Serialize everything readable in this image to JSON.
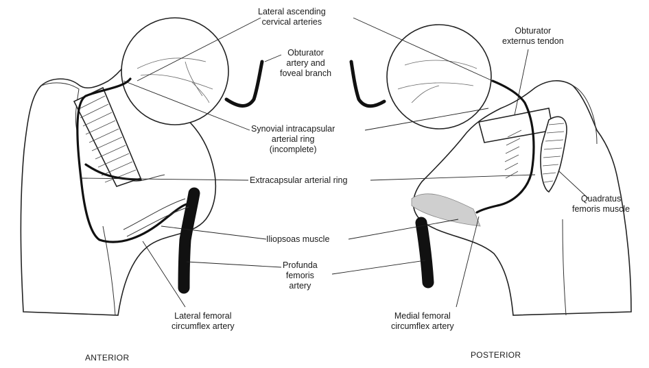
{
  "labels": {
    "lateral_ascending": [
      "Lateral ascending",
      "cervical arteries"
    ],
    "obturator_artery": [
      "Obturator",
      "artery and",
      "foveal branch"
    ],
    "obturator_tendon": [
      "Obturator",
      "externus tendon"
    ],
    "synovial_ring": [
      "Synovial intracapsular",
      "arterial ring",
      "(incomplete)"
    ],
    "extracapsular_ring": [
      "Extracapsular arterial ring"
    ],
    "quadratus": [
      "Quadratus",
      "femoris muscle"
    ],
    "iliopsoas": [
      "Iliopsoas muscle"
    ],
    "profunda": [
      "Profunda",
      "femoris",
      "artery"
    ],
    "lateral_circumflex": [
      "Lateral femoral",
      "circumflex artery"
    ],
    "medial_circumflex": [
      "Medial femoral",
      "circumflex artery"
    ]
  },
  "views": {
    "anterior": "ANTERIOR",
    "posterior": "POSTERIOR"
  },
  "colors": {
    "ink": "#111111",
    "background": "#ffffff"
  }
}
